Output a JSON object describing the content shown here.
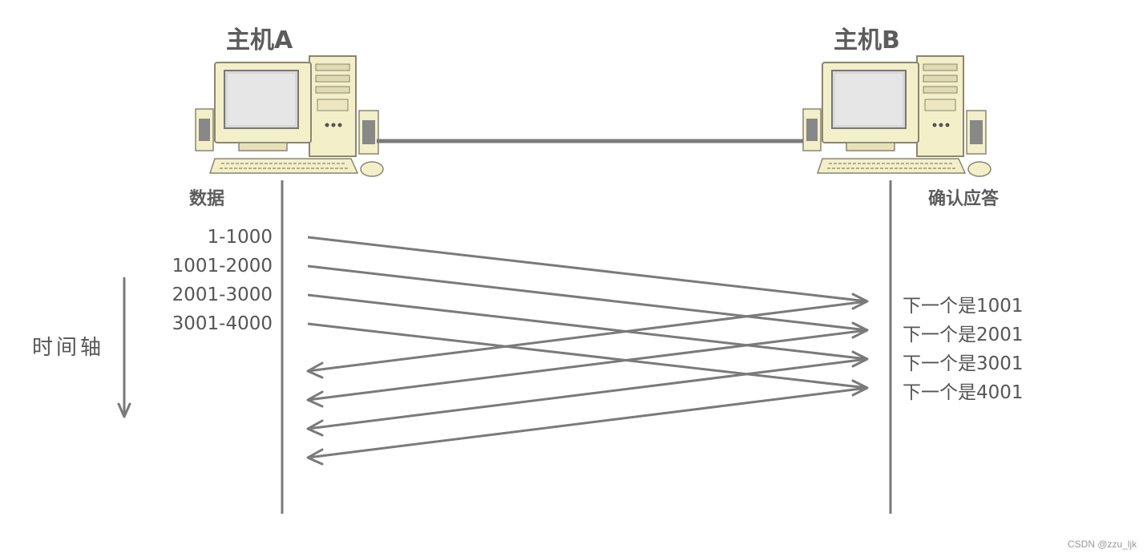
{
  "hosts": {
    "a": {
      "title": "主机A",
      "column_label": "数据"
    },
    "b": {
      "title": "主机B",
      "column_label": "确认应答"
    }
  },
  "time_axis_label": "时间轴",
  "data_segments": [
    "1-1000",
    "1001-2000",
    "2001-3000",
    "3001-4000"
  ],
  "acks": [
    "下一个是1001",
    "下一个是2001",
    "下一个是3001",
    "下一个是4001"
  ],
  "watermark": "CSDN @zzu_ljk",
  "colors": {
    "line": "#7a7a7a",
    "text": "#555555",
    "computer_body": "#f3efc9"
  },
  "icons": {
    "host_a": "desktop-computer-icon",
    "host_b": "desktop-computer-icon"
  }
}
